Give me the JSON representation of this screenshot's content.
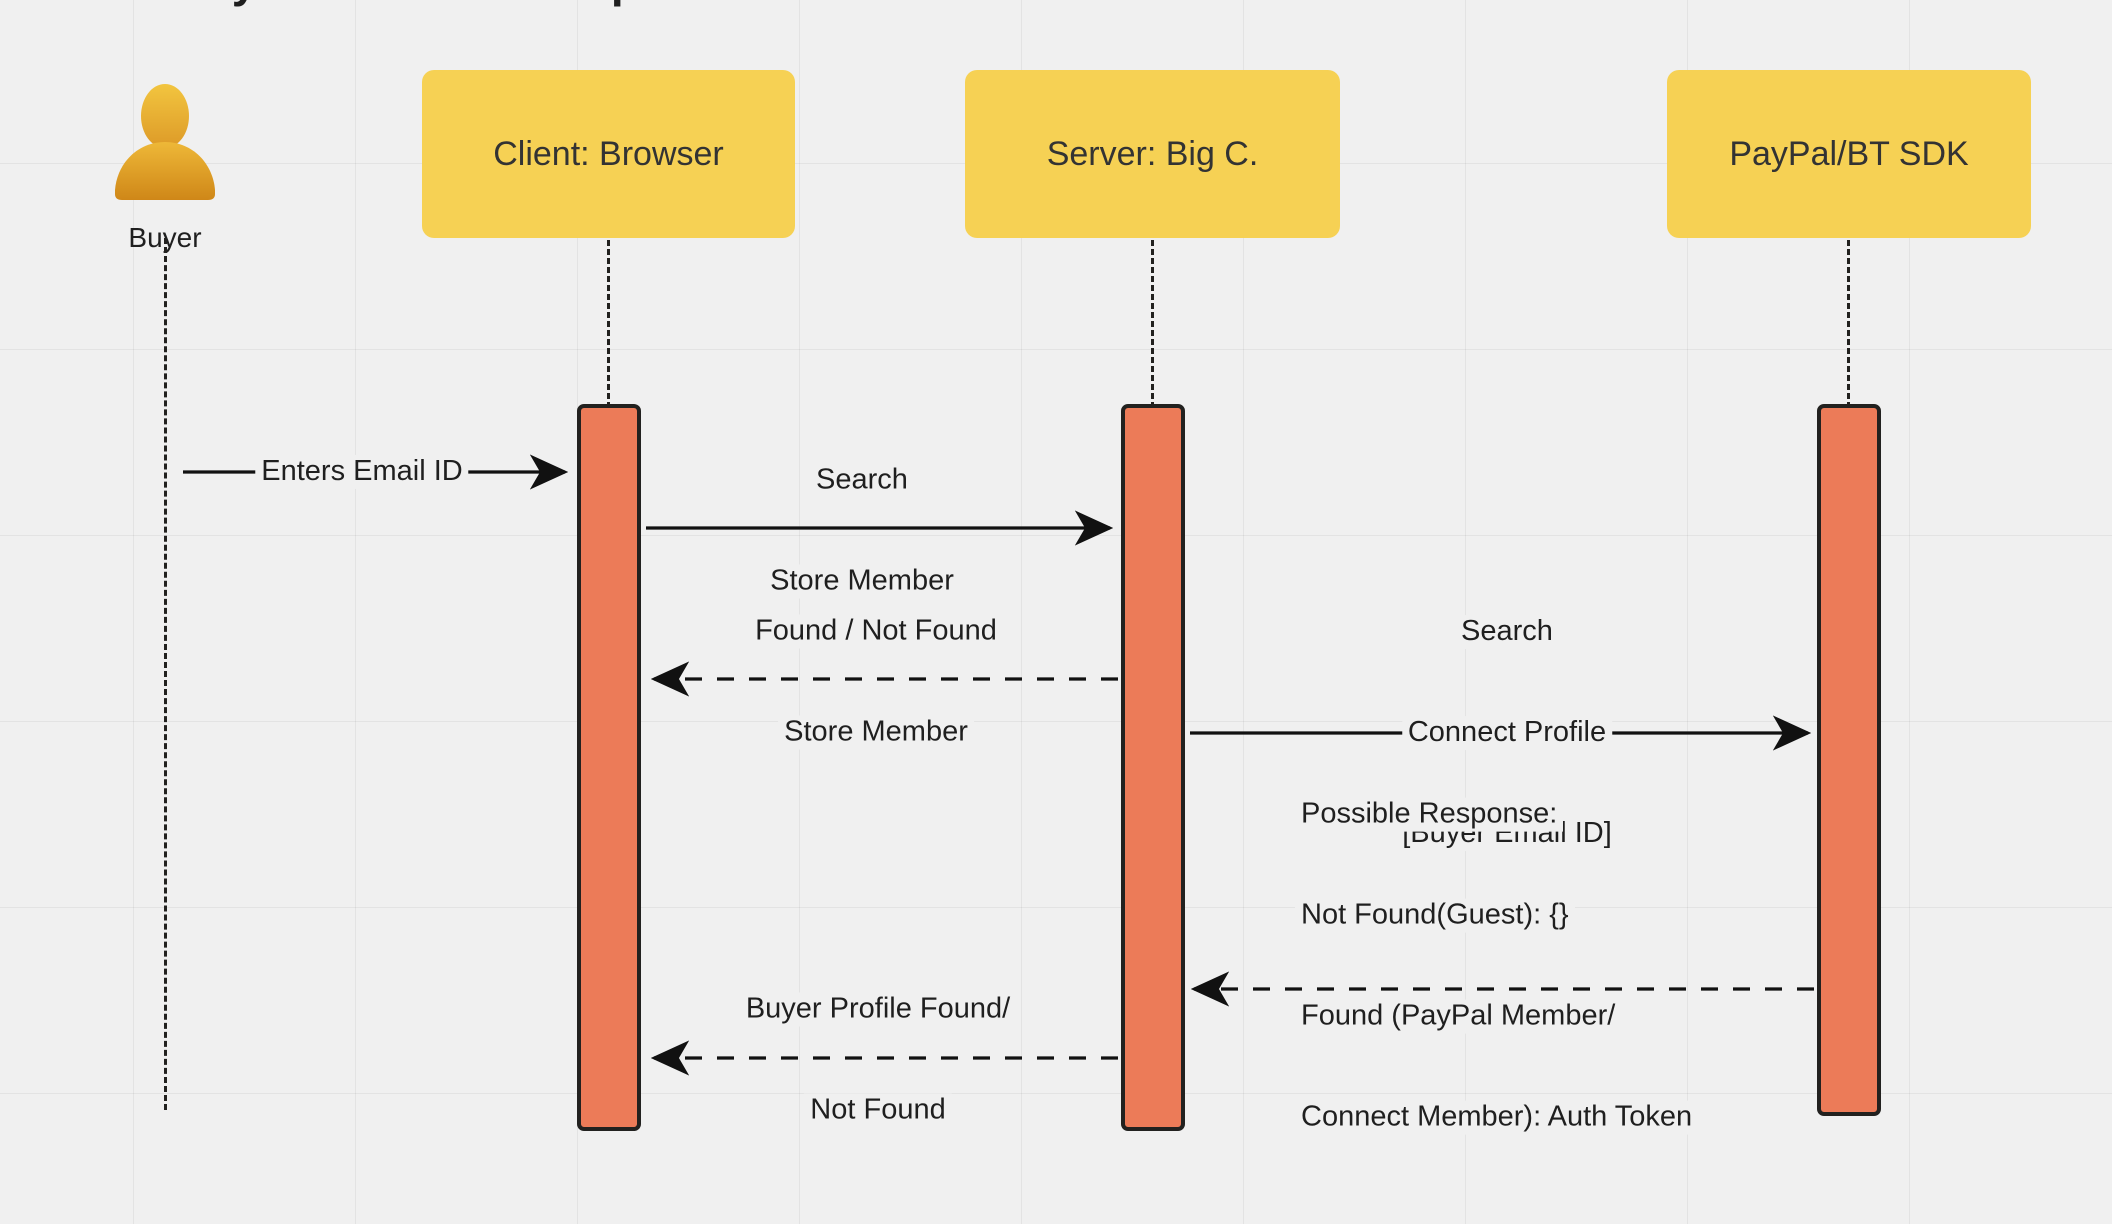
{
  "diagram": {
    "type": "sequence-diagram",
    "title": "Buyer Profile Lookup",
    "background_color": "#f0f0f0",
    "participant_color": "#f6d154",
    "activation_color": "#ec7b58",
    "line_color": "#22211f"
  },
  "participants": [
    {
      "id": "buyer",
      "label": "Buyer",
      "kind": "actor",
      "icon": "actor-person-icon"
    },
    {
      "id": "client",
      "label": "Client: Browser",
      "kind": "box"
    },
    {
      "id": "server",
      "label": "Server: Big C.",
      "kind": "box"
    },
    {
      "id": "sdk",
      "label": "PayPal/BT SDK",
      "kind": "box"
    }
  ],
  "messages": [
    {
      "index": 1,
      "from": "buyer",
      "to": "client",
      "style": "solid",
      "direction": "right",
      "lines": [
        "Enters Email ID"
      ]
    },
    {
      "index": 2,
      "from": "client",
      "to": "server",
      "style": "solid",
      "direction": "right",
      "lines": [
        "Search",
        "Store Member"
      ]
    },
    {
      "index": 3,
      "from": "server",
      "to": "client",
      "style": "dashed",
      "direction": "left",
      "lines": [
        "Found / Not Found",
        "Store Member"
      ]
    },
    {
      "index": 4,
      "from": "server",
      "to": "sdk",
      "style": "solid",
      "direction": "right",
      "lines": [
        "Search",
        "Connect Profile",
        "[Buyer Email ID]"
      ]
    },
    {
      "index": 5,
      "from": "sdk",
      "to": "server",
      "style": "dashed",
      "direction": "left",
      "lines": [
        "Possible Response:",
        "Not Found(Guest): {}",
        "Found (PayPal Member/",
        "Connect Member): Auth Token"
      ]
    },
    {
      "index": 6,
      "from": "server",
      "to": "client",
      "style": "dashed",
      "direction": "left",
      "lines": [
        "Buyer Profile Found/",
        "Not Found"
      ]
    }
  ]
}
